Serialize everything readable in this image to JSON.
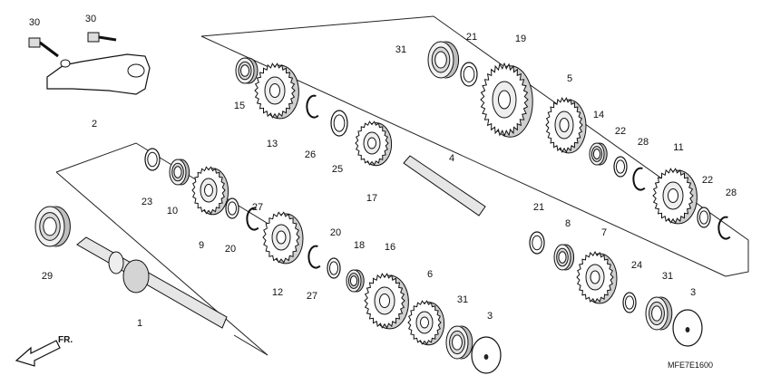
{
  "diagram": {
    "code": "MFE7E1600",
    "direction_label": "FR.",
    "callouts": {
      "p30a": "30",
      "p30b": "30",
      "p2": "2",
      "p15": "15",
      "p13": "13",
      "p26": "26",
      "p25": "25",
      "p17": "17",
      "p4": "4",
      "p31a": "31",
      "p21a": "21",
      "p19": "19",
      "p5": "5",
      "p14": "14",
      "p22a": "22",
      "p28a": "28",
      "p11": "11",
      "p22b": "22",
      "p28b": "28",
      "p23": "23",
      "p10": "10",
      "p9": "9",
      "p20a": "20",
      "p27a": "27",
      "p12": "12",
      "p20b": "20",
      "p27b": "27",
      "p18": "18",
      "p16": "16",
      "p6": "6",
      "p31b": "31",
      "p3a": "3",
      "p21b": "21",
      "p8": "8",
      "p7": "7",
      "p24": "24",
      "p31c": "31",
      "p3b": "3",
      "p29": "29",
      "p1": "1"
    }
  }
}
